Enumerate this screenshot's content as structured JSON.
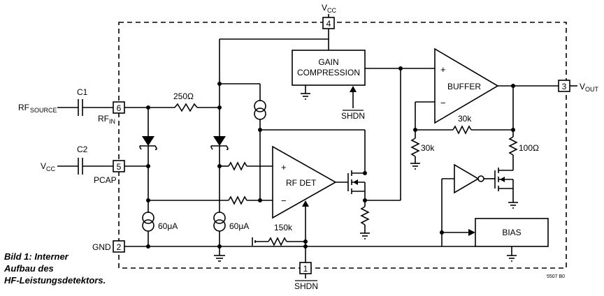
{
  "pins": {
    "vcc_top": {
      "number": "4",
      "label_main": "V",
      "label_sub": "CC"
    },
    "rf_in": {
      "number": "6",
      "label_main": "RF",
      "label_sub": "IN"
    },
    "pcap": {
      "number": "5",
      "label": "PCAP"
    },
    "gnd": {
      "number": "2",
      "label": "GND"
    },
    "shdn_bottom": {
      "number": "1",
      "label": "SHDN"
    },
    "vout": {
      "number": "3",
      "label_main": "V",
      "label_sub": "OUT"
    }
  },
  "external": {
    "rf_source": {
      "main": "RF",
      "sub": "SOURCE"
    },
    "vcc_left": {
      "main": "V",
      "sub": "CC"
    },
    "c1": "C1",
    "c2": "C2"
  },
  "blocks": {
    "gain_compression": {
      "line1": "GAIN",
      "line2": "COMPRESSION",
      "shdn": "SHDN"
    },
    "buffer": "BUFFER",
    "rf_det": "RF DET",
    "bias": "BIAS"
  },
  "components": {
    "r_250": "250Ω",
    "r_150k": "150k",
    "r_30k_top": "30k",
    "r_30k_left": "30k",
    "r_100": "100Ω",
    "cs_60ua_left": "60μA",
    "cs_60ua_right": "60μA"
  },
  "opamp_signs": {
    "plus": "+",
    "minus": "−"
  },
  "caption": [
    "Bild 1: Interner",
    "Aufbau des",
    "HF-Leistungsdetektors."
  ],
  "figure_code": "5507 B0"
}
